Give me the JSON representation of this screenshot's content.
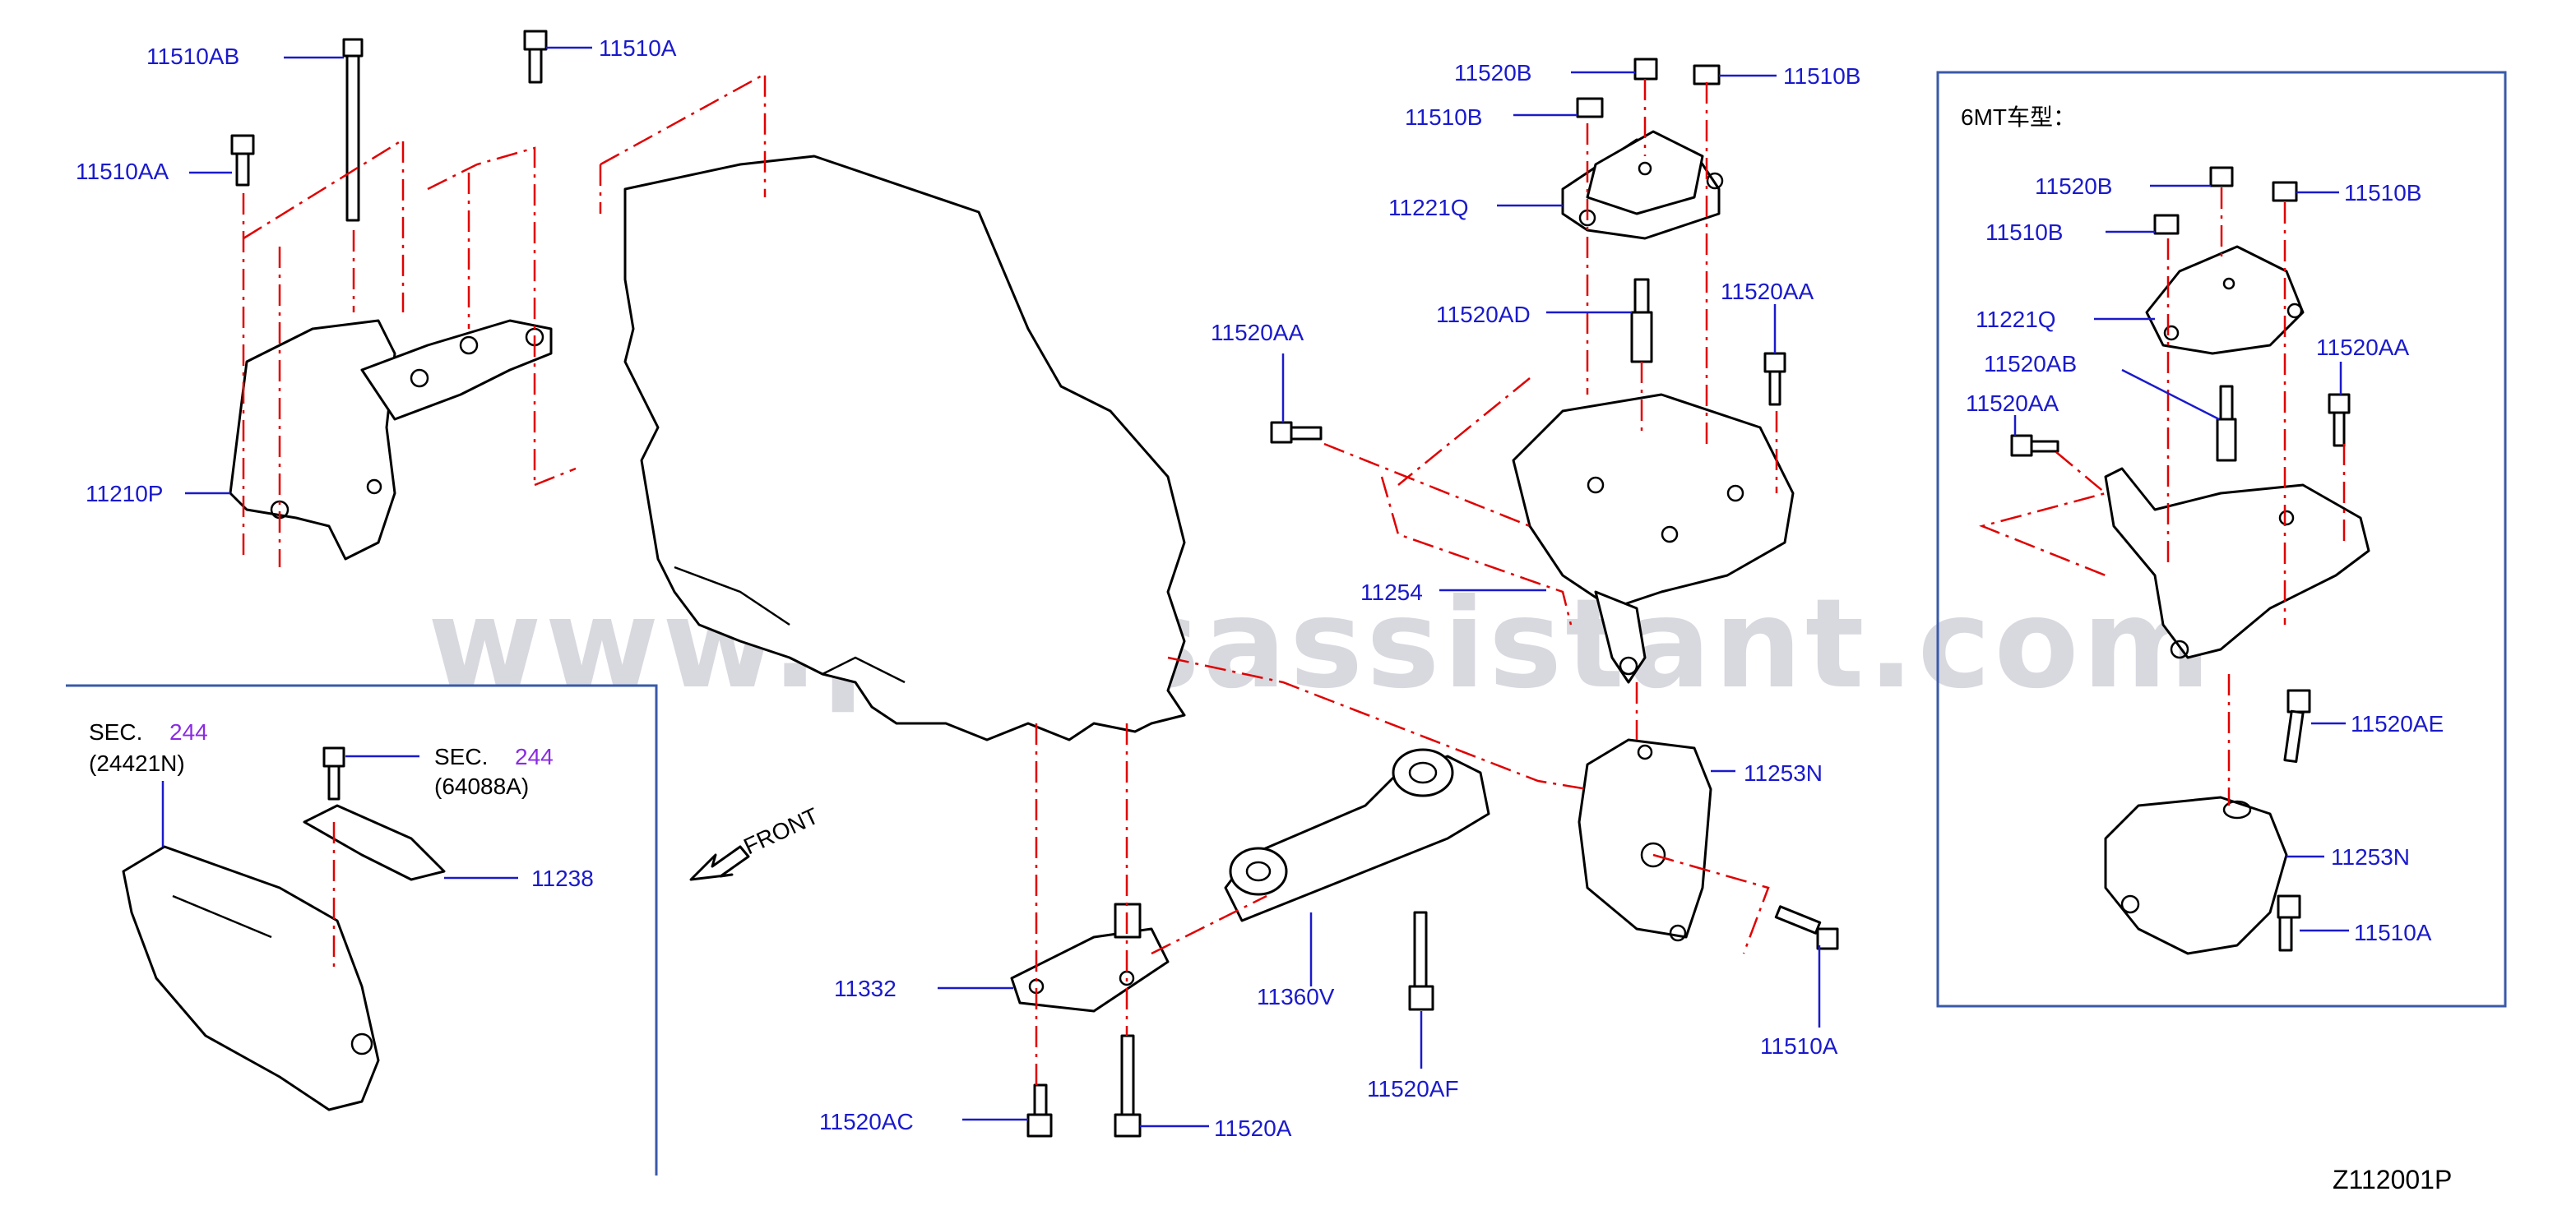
{
  "watermark": "www.partsassistant.com",
  "diagram_code": "Z112001P",
  "front_label": "FRONT",
  "inset_6mt": {
    "title": "6MT车型：",
    "labels": {
      "l_11520B": "11520B",
      "l_11510B_a": "11510B",
      "l_11510B_b": "11510B",
      "l_11221Q": "11221Q",
      "l_11520AB": "11520AB",
      "l_11520AA_a": "11520AA",
      "l_11520AA_b": "11520AA",
      "l_11520AE": "11520AE",
      "l_11253N": "11253N",
      "l_11510A": "11510A"
    }
  },
  "inset_sec": {
    "sec1": "SEC.",
    "sec1_num": "244",
    "sec1_ref": "(24421N)",
    "sec2": "SEC.",
    "sec2_num": "244",
    "sec2_ref": "(64088A)",
    "l_11238": "11238"
  },
  "labels": {
    "l_11510AB": "11510AB",
    "l_11510A_top": "11510A",
    "l_11510AA": "11510AA",
    "l_11210P": "11210P",
    "l_11520B": "11520B",
    "l_11510B_r": "11510B",
    "l_11510B_l": "11510B",
    "l_11221Q": "11221Q",
    "l_11520AD": "11520AD",
    "l_11520AA_l": "11520AA",
    "l_11520AA_r": "11520AA",
    "l_11254": "11254",
    "l_11253N": "11253N",
    "l_11510A_bot": "11510A",
    "l_11332": "11332",
    "l_11360V": "11360V",
    "l_11520AF": "11520AF",
    "l_11520AC": "11520AC",
    "l_11520A": "11520A"
  }
}
